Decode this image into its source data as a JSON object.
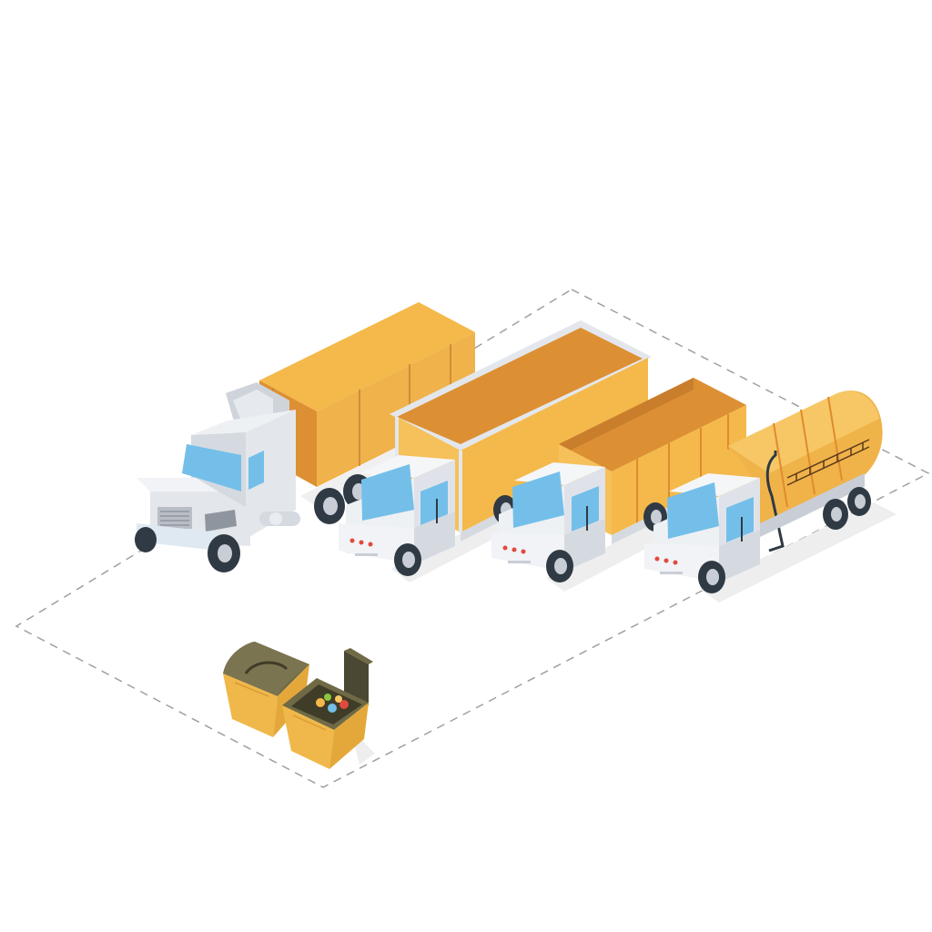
{
  "scene": {
    "background": "#ffffff",
    "colors": {
      "cab_body": "#e3e7ec",
      "cab_shadow": "#c9ced6",
      "window": "#74bfe9",
      "cargo_light": "#f4b94a",
      "cargo_dark": "#dd8f33",
      "tire": "#2f3a44",
      "hub": "#c9ced6",
      "headlight": "#e04a3d",
      "dumpster_lid": "#6f6a45",
      "dumpster_body": "#f0b84a",
      "outline_dash": "#9a9a9a"
    }
  },
  "vehicles": [
    {
      "id": "semi-truck",
      "icon": "semi-truck-icon",
      "cargo": "enclosed-trailer"
    },
    {
      "id": "box-truck",
      "icon": "box-truck-icon",
      "cargo": "box-body"
    },
    {
      "id": "dump-truck",
      "icon": "dump-truck-icon",
      "cargo": "open-bed"
    },
    {
      "id": "tanker-truck",
      "icon": "tanker-truck-icon",
      "cargo": "tank"
    }
  ],
  "dumpsters": [
    {
      "id": "dumpster-closed",
      "icon": "dumpster-closed-icon"
    },
    {
      "id": "dumpster-open",
      "icon": "dumpster-open-icon"
    }
  ]
}
